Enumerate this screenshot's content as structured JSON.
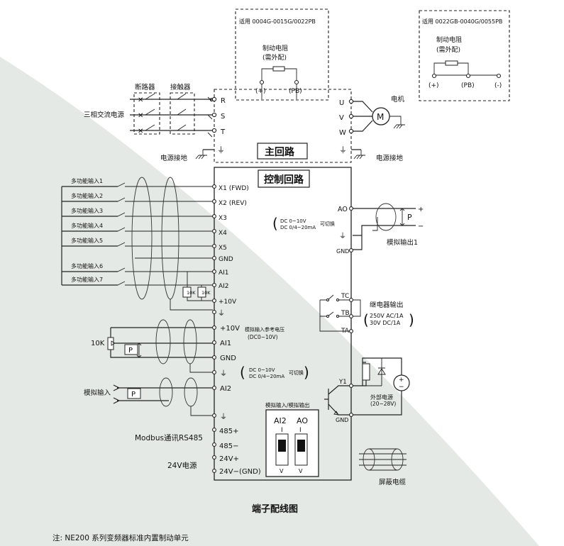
{
  "brake_box_small": {
    "applies": "适用 0004G-0015G/0022PB",
    "resistor_label": "制动电阻",
    "resistor_note": "(需外配)",
    "plus": "(+)",
    "pb": "(PB)"
  },
  "brake_box_large": {
    "applies": "适用 0022GB-0040G/0055PB",
    "resistor_label": "制动电阻",
    "resistor_note": "(需外配)",
    "plus": "(+)",
    "pb": "(PB)",
    "minus": "(-)"
  },
  "power": {
    "breaker": "断路器",
    "contactor": "接触器",
    "three_phase": "三相交流电源",
    "ground_left": "电源接地",
    "ground_right": "电源接地",
    "motor": "电机",
    "motor_symbol": "M"
  },
  "main_circuit": {
    "title": "主回路",
    "inputs": [
      "R",
      "S",
      "T"
    ],
    "outputs": [
      "U",
      "V",
      "W"
    ]
  },
  "control_circuit": {
    "title": "控制回路"
  },
  "multi_inputs": [
    "多功能输入1",
    "多功能输入2",
    "多功能输入3",
    "多功能输入4",
    "多功能输入5",
    "多功能输入6",
    "多功能输入7"
  ],
  "left_terminals": [
    "X1 (FWD)",
    "X2 (REV)",
    "X3",
    "X4",
    "X5",
    "GND",
    "AI1",
    "AI2",
    "+10V"
  ],
  "resistors_10k": [
    "10K",
    "10K"
  ],
  "analog_section": {
    "ref_note_line1": "模拟输入参考电压",
    "ref_note_line2": "(DC0~10V)",
    "terminals": [
      "+10V",
      "AI1",
      "GND",
      "AI2"
    ],
    "pot_label": "10K",
    "p_label": "P",
    "analog_input": "模拟输入",
    "dc_line1": "DC    0~10V",
    "dc_line2": "DC 0/4~20mA",
    "switchable": "可切换"
  },
  "ao_section": {
    "ao": "AO",
    "gnd": "GND",
    "dc_line1": "DC    0~10V",
    "dc_line2": "DC 0/4~20mA",
    "switchable": "可切换",
    "p_label": "P",
    "plus": "+",
    "minus": "−",
    "output_label": "模拟输出1"
  },
  "relay_section": {
    "terminals": [
      "TC",
      "TB",
      "TA"
    ],
    "title": "继电器输出",
    "line1": "250V   AC/1A",
    "line2": "30V     DC/1A"
  },
  "y1_section": {
    "y1": "Y1",
    "gnd": "GND",
    "supply_line1": "外部电源",
    "supply_line2": "(20~28V)"
  },
  "comm": {
    "modbus": "Modbus通讯RS485",
    "rs485": [
      "485+",
      "485−"
    ],
    "power24": "24V电源",
    "power_terms": [
      "24V+",
      "24V−(GND)"
    ]
  },
  "switch_panel": {
    "title": "模拟输入/模拟输出",
    "labels": [
      "AI2",
      "AO"
    ],
    "top_marks": [
      "I",
      "I"
    ],
    "bottom_marks": [
      "V",
      "V"
    ]
  },
  "shield_label": "屏蔽电缆",
  "diagram_title": "端子配线图",
  "note": "注:  NE200 系列变频器标准内置制动单元"
}
